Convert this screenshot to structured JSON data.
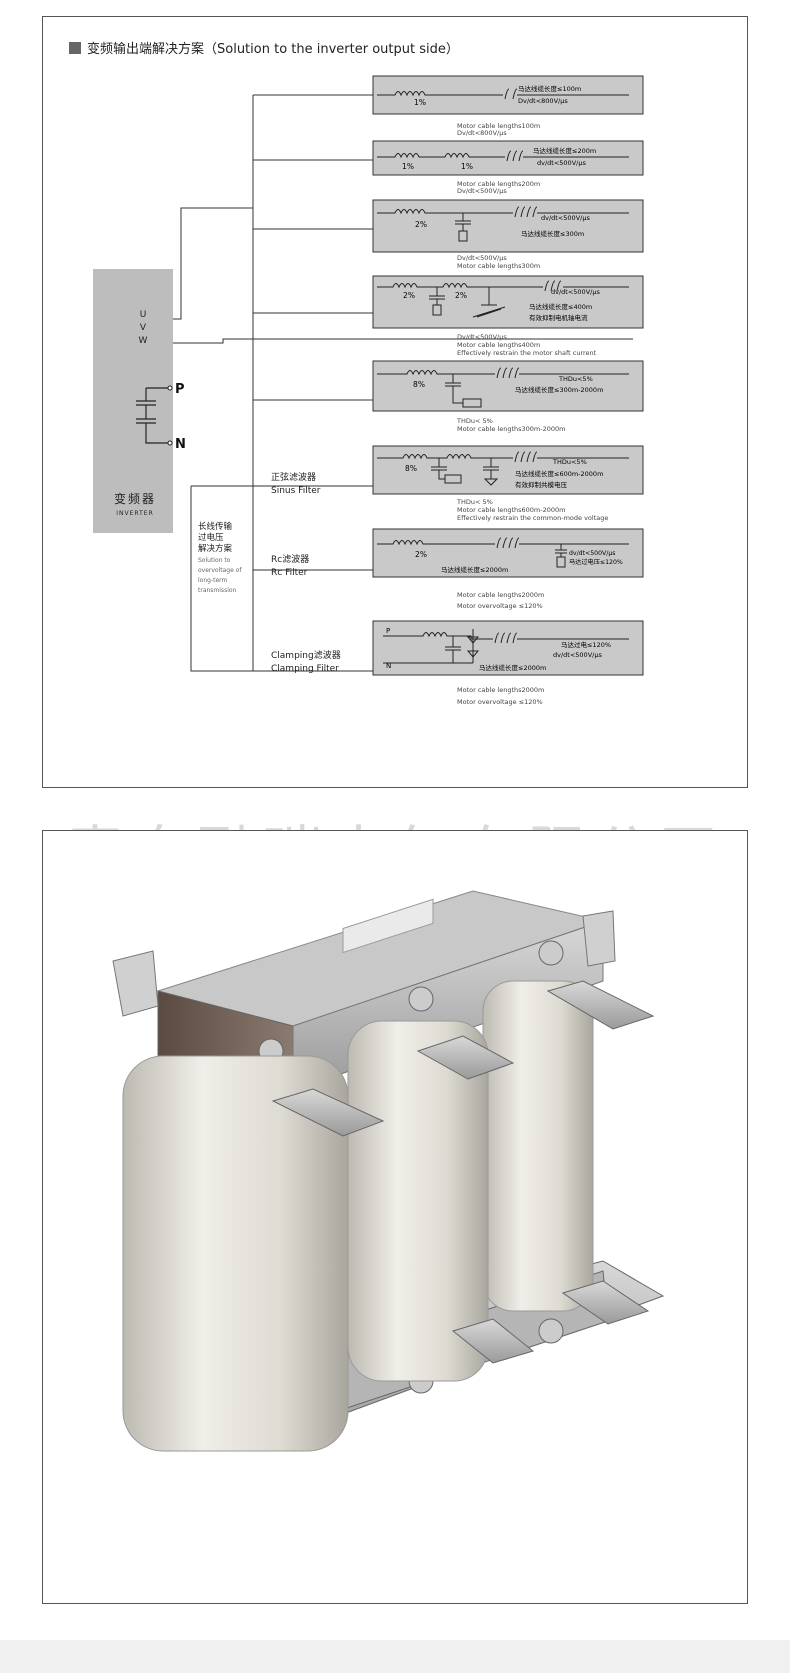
{
  "title": "变频输出端解决方案（Solution to the inverter output side）",
  "inverter": {
    "uvw": [
      "U",
      "V",
      "W"
    ],
    "p": "P",
    "n": "N",
    "label_cn": "变频器",
    "label_en": "INVERTER"
  },
  "longline": {
    "cn": [
      "长线传输",
      "过电压",
      "解决方案"
    ],
    "en": [
      "Solution to",
      "overvoltage of",
      "long-term",
      "transmission"
    ]
  },
  "filters": [
    {
      "label_cn": "",
      "label_en": "",
      "box_chokes": [
        "1%"
      ],
      "box_text": [
        "马达线缆长度≤100m",
        "Dv/dt<800V/μs"
      ],
      "captions": [
        "Motor cable lengths100m",
        "Dv/dt<800V/μs"
      ]
    },
    {
      "label_cn": "",
      "label_en": "",
      "box_chokes": [
        "1%",
        "1%"
      ],
      "box_text": [
        "马达线缆长度≤200m",
        "dv/dt<500V/μs"
      ],
      "captions": [
        "Motor cable lengths200m",
        "Dv/dt<500V/μs"
      ]
    },
    {
      "label_cn": "",
      "label_en": "",
      "box_chokes": [
        "2%"
      ],
      "box_text": [
        "dv/dt<500V/μs",
        "马达线缆长度≤300m"
      ],
      "captions": [
        "Dv/dt<500V/μs",
        "Motor cable lengths300m"
      ]
    },
    {
      "label_cn": "",
      "label_en": "",
      "box_chokes": [
        "2%",
        "2%"
      ],
      "box_text": [
        "dv/dt<500V/μs",
        "马达线缆长度≤400m",
        "有效抑制电机轴电流"
      ],
      "captions": [
        "Dv/dt<500V/μs",
        "Motor cable lengths400m",
        "Effectively restrain the motor shaft current"
      ]
    },
    {
      "label_cn": "",
      "label_en": "",
      "box_chokes": [
        "8%"
      ],
      "box_text": [
        "THDu<5%",
        "马达线缆长度≤300m-2000m"
      ],
      "captions": [
        "THDu< 5%",
        "Motor cable lengths300m-2000m"
      ]
    },
    {
      "label_cn": "正弦滤波器",
      "label_en": "Sinus Filter",
      "box_chokes": [
        "8%"
      ],
      "box_text": [
        "THDu<5%",
        "马达线缆长度≤600m-2000m",
        "有效抑制共模电压"
      ],
      "captions": [
        "THDu< 5%",
        "Motor cable lengths600m-2000m",
        "Effectively restrain the common-mode voltage"
      ]
    },
    {
      "label_cn": "Rc滤波器",
      "label_en": "Rc Filter",
      "box_chokes": [
        "2%"
      ],
      "box_text": [
        "马达线缆长度≤2000m",
        "dv/dt<500V/μs",
        "马达过电压≤120%"
      ],
      "captions": [
        "Motor cable lengths2000m",
        "Motor overvoltage ≤120%"
      ]
    },
    {
      "label_cn": "Clamping滤波器",
      "label_en": "Clamping Filter",
      "box_chokes": [
        "P",
        "N"
      ],
      "box_text": [
        "马达过电≤120%",
        "dv/dt<500V/μs",
        "马达线缆长度≤2000m"
      ],
      "captions": [
        "Motor cable lengths2000m",
        "Motor overvoltage ≤120%"
      ]
    }
  ],
  "watermark": "青岛融瑞电气有限公司",
  "colors": {
    "box_fill": "#c9c9c9",
    "inverter_fill": "#bdbdbd",
    "line": "#333333"
  }
}
